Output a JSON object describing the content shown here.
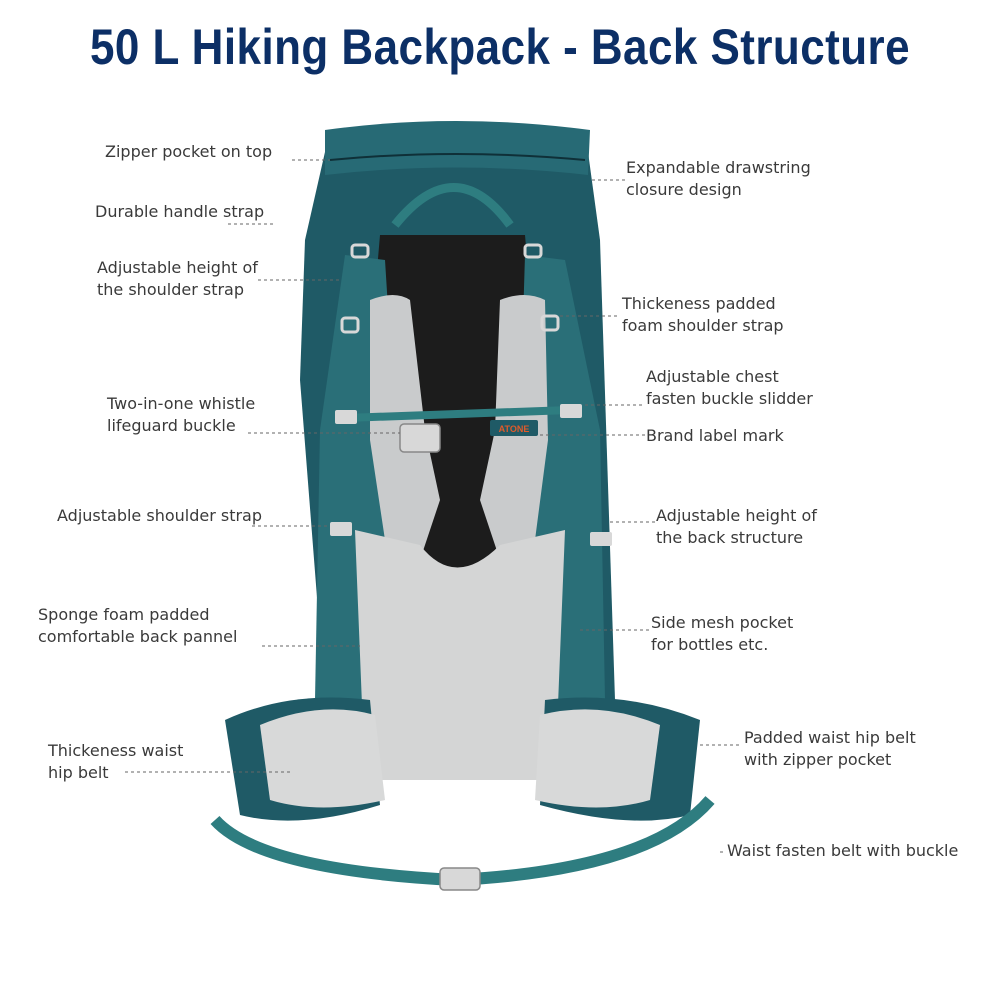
{
  "title": "50 L Hiking Backpack - Back Structure",
  "colors": {
    "title": "#0c2f66",
    "pack_teal": "#1f5a66",
    "pack_teal_dark": "#163f49",
    "pack_strap": "#2e7d80",
    "mesh_gray": "#c9cbcc",
    "mesh_light": "#dfe0e0",
    "black_panel": "#1c1c1c",
    "buckle": "#d8d8d8"
  },
  "callouts_left": [
    {
      "lines": [
        "Zipper pocket on top"
      ]
    },
    {
      "lines": [
        "Durable handle strap"
      ]
    },
    {
      "lines": [
        "Adjustable height of",
        "the shoulder strap"
      ]
    },
    {
      "lines": [
        "Two-in-one whistle",
        "lifeguard buckle"
      ]
    },
    {
      "lines": [
        "Adjustable shoulder strap"
      ]
    },
    {
      "lines": [
        "Sponge foam padded",
        "comfortable back pannel"
      ]
    },
    {
      "lines": [
        "Thickeness waist",
        "hip belt"
      ]
    }
  ],
  "callouts_right": [
    {
      "lines": [
        "Expandable drawstring",
        "closure design"
      ]
    },
    {
      "lines": [
        "Thickeness padded",
        "foam shoulder strap"
      ]
    },
    {
      "lines": [
        "Adjustable chest",
        "fasten buckle slidder"
      ]
    },
    {
      "lines": [
        "Brand label mark"
      ]
    },
    {
      "lines": [
        "Adjustable height of",
        "the back structure"
      ]
    },
    {
      "lines": [
        "Side mesh pocket",
        "for bottles etc."
      ]
    },
    {
      "lines": [
        "Padded waist hip belt",
        "with zipper pocket"
      ]
    },
    {
      "lines": [
        "Waist fasten belt with buckle"
      ]
    }
  ],
  "brand_label": "ATONE"
}
